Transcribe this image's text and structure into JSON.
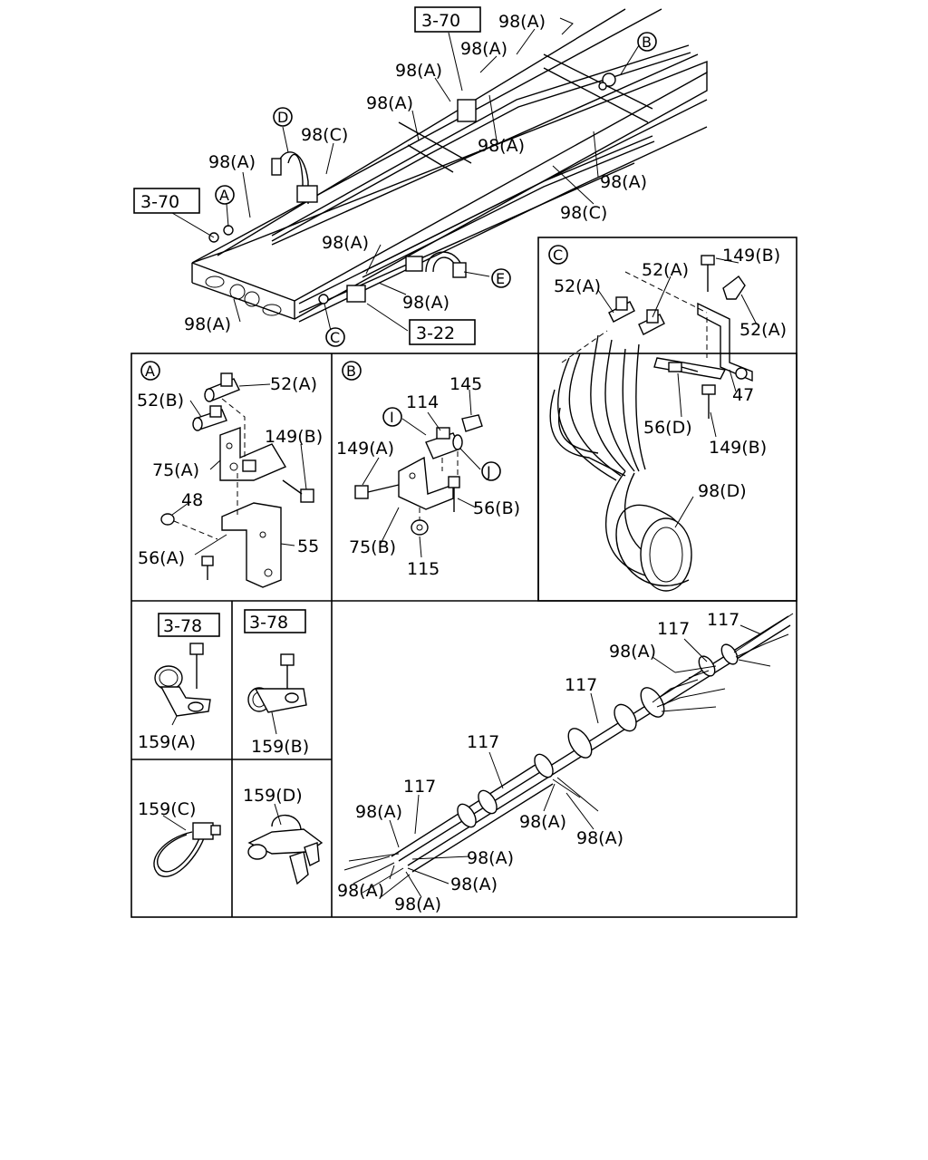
{
  "main": {
    "refs": [
      "3-70",
      "3-70",
      "3-22"
    ],
    "labels": {
      "a1": "98(A)",
      "a2": "98(A)",
      "a3": "98(A)",
      "a4": "98(A)",
      "a5": "98(A)",
      "a6": "98(A)",
      "a7": "98(A)",
      "a8": "98(A)",
      "a9": "98(A)",
      "a10": "98(A)",
      "c1": "98(C)",
      "c2": "98(C)"
    },
    "callouts": {
      "A": "A",
      "B": "B",
      "C": "C",
      "D": "D",
      "E": "E"
    }
  },
  "panel_a": {
    "marker": "A",
    "labels": {
      "p52a": "52(A)",
      "p52b": "52(B)",
      "p149b": "149(B)",
      "p75a": "75(A)",
      "p48": "48",
      "p56a": "56(A)",
      "p55": "55"
    }
  },
  "panel_b": {
    "marker": "B",
    "labels": {
      "p114": "114",
      "p145": "145",
      "p149a": "149(A)",
      "p56b": "56(B)",
      "p75b": "75(B)",
      "p115": "115"
    },
    "callouts": {
      "I": "I",
      "J": "J"
    }
  },
  "panel_c": {
    "marker": "C",
    "labels": {
      "p52a1": "52(A)",
      "p52a2": "52(A)",
      "p52a3": "52(A)",
      "p149b1": "149(B)",
      "p149b2": "149(B)",
      "p47": "47",
      "p56d": "56(D)",
      "p98d": "98(D)"
    }
  },
  "clips": {
    "ref1": "3-78",
    "ref2": "3-78",
    "p159a": "159(A)",
    "p159b": "159(B)",
    "p159c": "159(C)",
    "p159d": "159(D)"
  },
  "harness": {
    "labels": {
      "t1": "117",
      "t2": "117",
      "t3": "117",
      "t4": "117",
      "t5": "117",
      "w1": "98(A)",
      "w2": "98(A)",
      "w3": "98(A)",
      "w4": "98(A)",
      "w5": "98(A)",
      "w6": "98(A)",
      "w7": "98(A)",
      "w8": "98(A)"
    }
  }
}
